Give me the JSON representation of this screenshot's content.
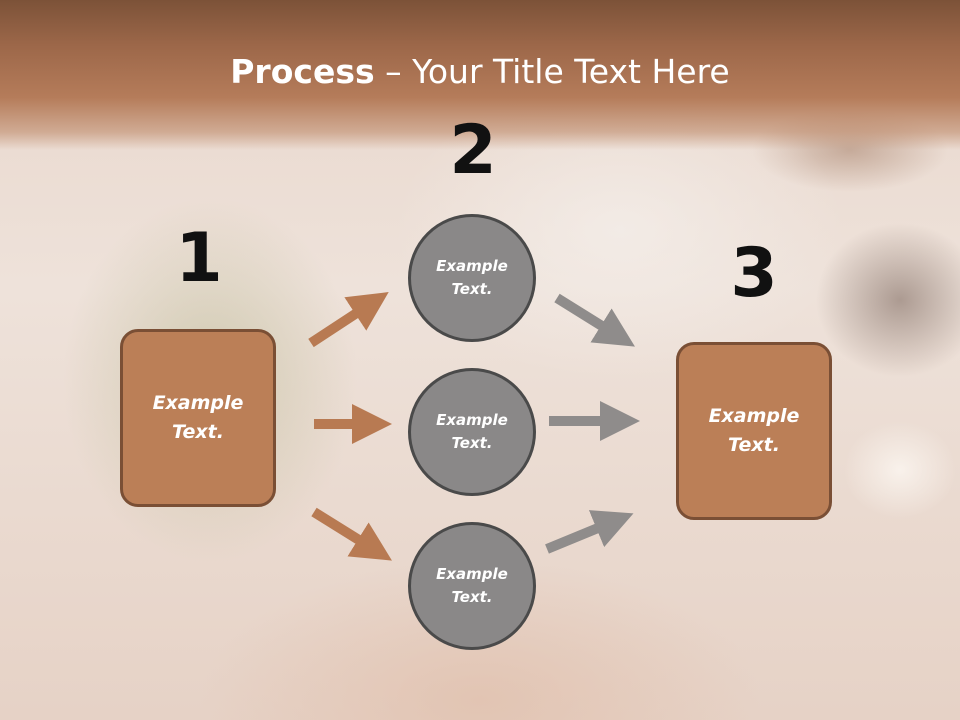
{
  "slide": {
    "title_bold": "Process",
    "title_rest": " – Your Title Text Here",
    "steps": [
      {
        "number": "1",
        "text": "Example Text."
      },
      {
        "number": "2",
        "texts": [
          "Example Text.",
          "Example Text.",
          "Example Text."
        ]
      },
      {
        "number": "3",
        "text": "Example Text."
      }
    ]
  },
  "colors": {
    "header": "#9c6749",
    "box_fill": "#bb7f57",
    "box_border": "#7a4f35",
    "circle_fill": "#8a8888",
    "circle_border": "#4a4a4a",
    "arrow_left": "#b87a52",
    "arrow_right": "#8f8c8b"
  }
}
